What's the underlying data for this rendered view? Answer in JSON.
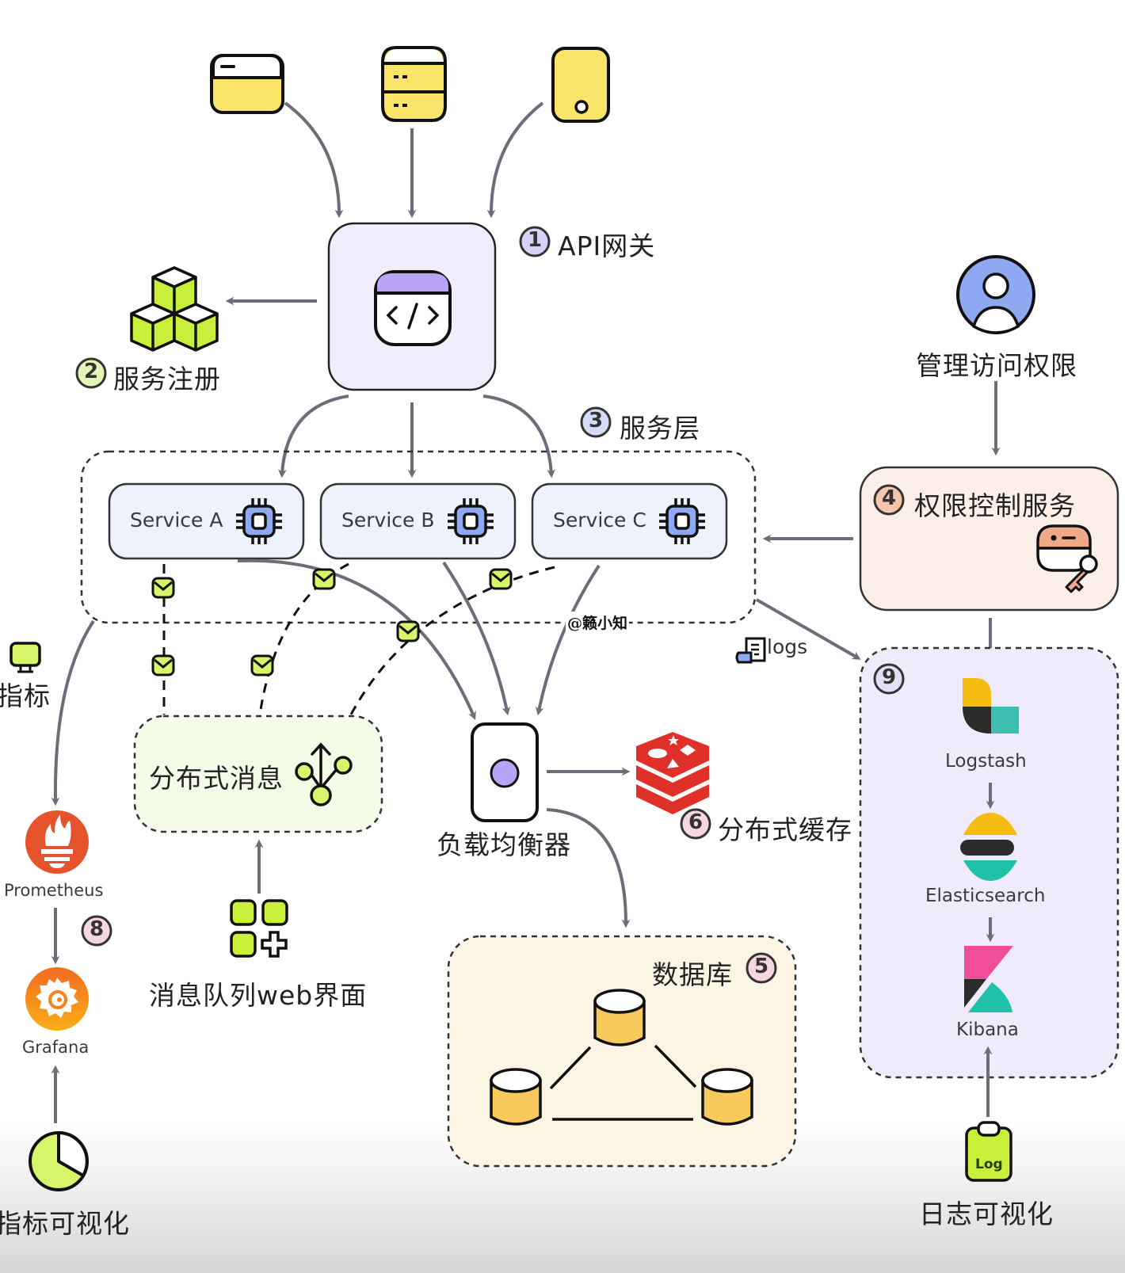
{
  "diagram": {
    "title": "Microservices architecture overview",
    "watermark": "@籁小知",
    "colors": {
      "arrow": "#6b6e78",
      "yellow_icon": "#fae46a",
      "gateway_bg": "#f1edfc",
      "gateway_accent": "#b9a3f7",
      "service_bg": "#eef2fc",
      "chip": "#8fa8f2",
      "lime": "#d6f56a",
      "message_bg": "#f4fbe6",
      "auth_bg": "#fcefe7",
      "auth_accent": "#f0a988",
      "db_bg": "#fdf5e4",
      "db_fill": "#f8c95c",
      "elk_bg": "#efebfa",
      "redis": "#e0302a",
      "prometheus": "#e6522c",
      "grafana": "#f5821f",
      "user_circle": "#8fa8f2"
    },
    "clients": [
      {
        "name": "web-browser",
        "icon": "browser-icon"
      },
      {
        "name": "server",
        "icon": "server-icon"
      },
      {
        "name": "mobile",
        "icon": "mobile-icon"
      }
    ],
    "nodes": {
      "api_gateway": {
        "number": "1",
        "label": "API网关",
        "icon": "code-icon"
      },
      "service_registry": {
        "number": "2",
        "label": "服务注册",
        "icon": "cubes-icon"
      },
      "service_layer": {
        "number": "3",
        "label": "服务层",
        "services": [
          {
            "label": "Service A",
            "icon": "chip-icon"
          },
          {
            "label": "Service B",
            "icon": "chip-icon"
          },
          {
            "label": "Service C",
            "icon": "chip-icon"
          }
        ]
      },
      "auth": {
        "number": "4",
        "label": "权限控制服务",
        "icon": "id-key-icon"
      },
      "admin": {
        "label": "管理访问权限",
        "icon": "user-icon"
      },
      "database": {
        "number": "5",
        "label": "数据库",
        "icon": "database-icon"
      },
      "cache": {
        "number": "6",
        "label": "分布式缓存",
        "icon": "redis-icon"
      },
      "load_balancer": {
        "label": "负载均衡器"
      },
      "messaging": {
        "label": "分布式消息",
        "icon": "branch-icon"
      },
      "mq_web": {
        "label": "消息队列web界面",
        "icon": "apps-add-icon"
      },
      "metrics": {
        "number": "8",
        "source_label": "指标",
        "prometheus": "Prometheus",
        "grafana": "Grafana",
        "viz_label": "指标可视化"
      },
      "logging": {
        "number": "9",
        "logs_label": "logs",
        "logstash": "Logstash",
        "elasticsearch": "Elasticsearch",
        "kibana": "Kibana",
        "log_badge": "Log",
        "viz_label": "日志可视化"
      }
    }
  }
}
